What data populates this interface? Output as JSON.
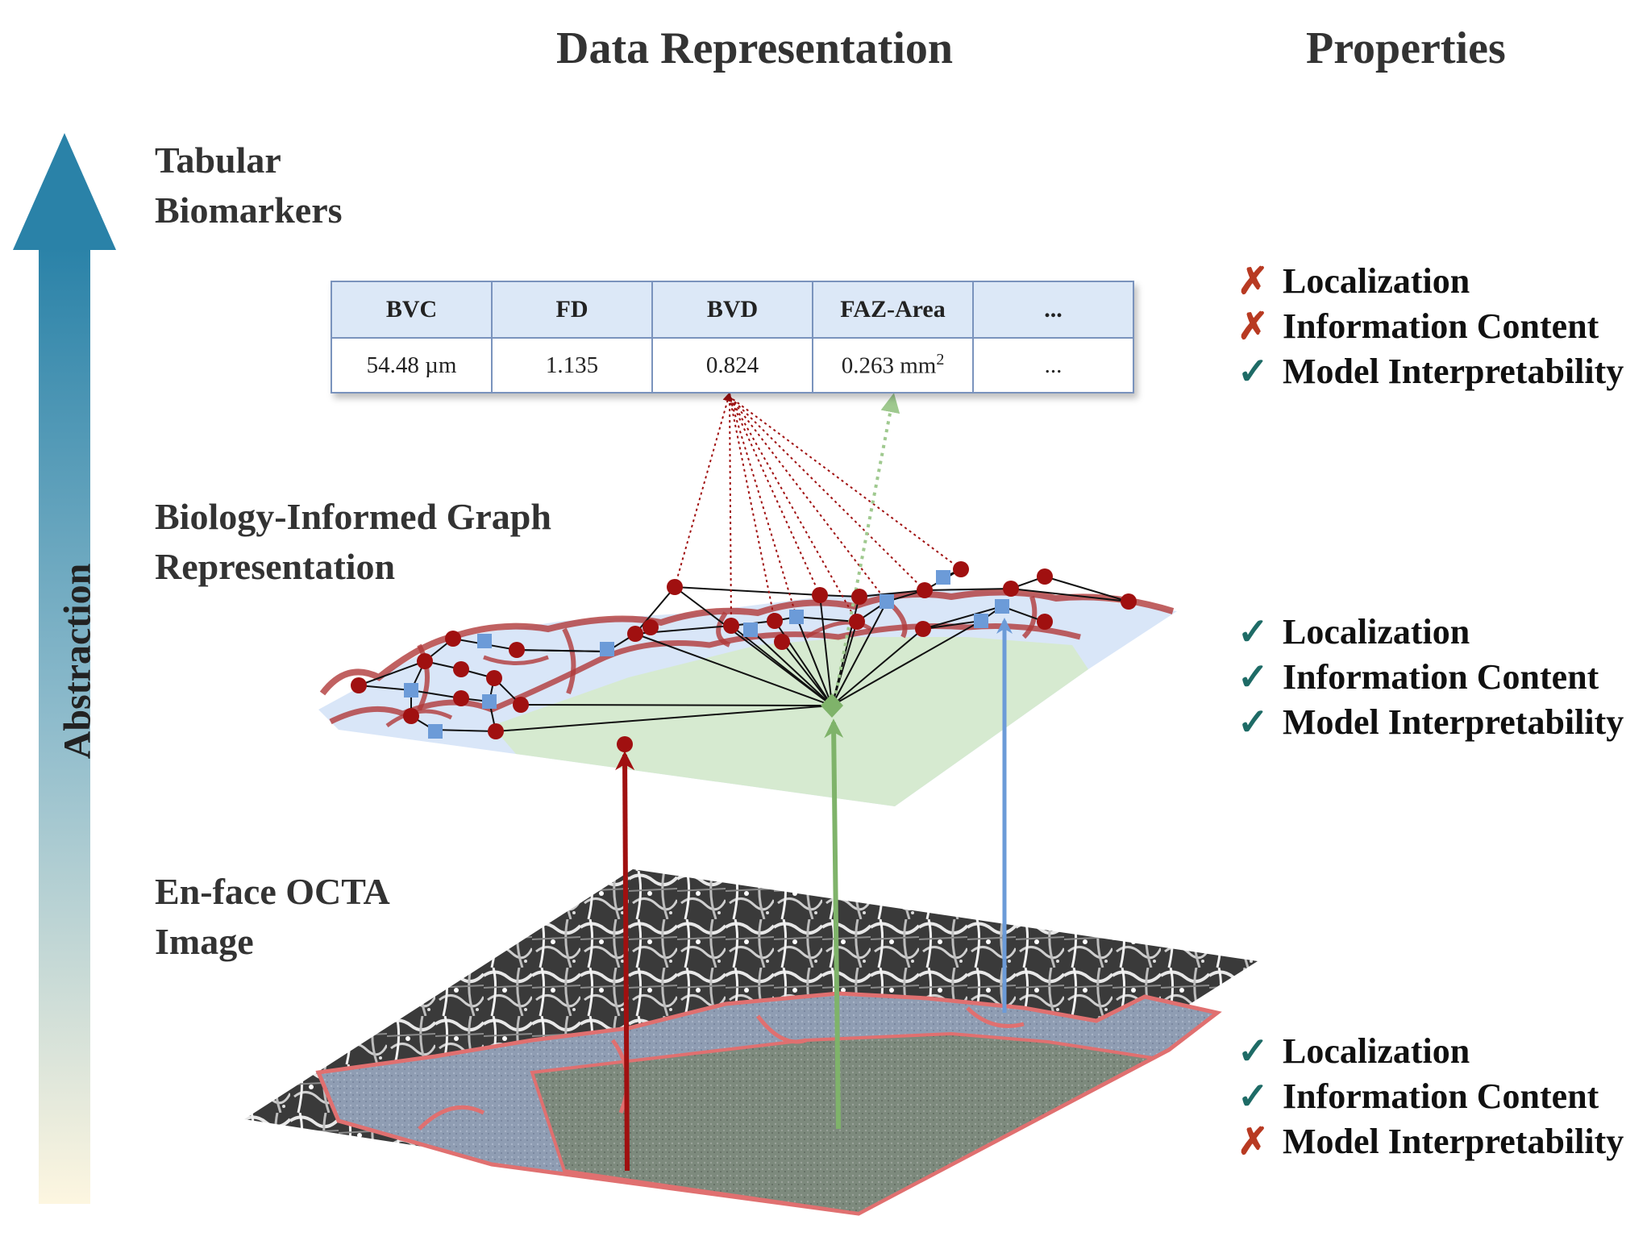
{
  "headers": {
    "data_representation": "Data Representation",
    "properties": "Properties"
  },
  "axis_label": "Abstraction",
  "levels": [
    {
      "line1": "Tabular",
      "line2": "Biomarkers"
    },
    {
      "line1": "Biology-Informed Graph",
      "line2": "Representation"
    },
    {
      "line1": "En-face OCTA",
      "line2": "Image"
    }
  ],
  "table": {
    "headers": [
      "BVC",
      "FD",
      "BVD",
      "FAZ-Area",
      "..."
    ],
    "values": [
      "54.48 µm",
      "1.135",
      "0.824",
      "0.263 mm",
      "..."
    ],
    "faz_unit_superscript": "2"
  },
  "properties": [
    {
      "items": [
        {
          "mark": "✗",
          "status": "no",
          "label": "Localization"
        },
        {
          "mark": "✗",
          "status": "no",
          "label": "Information Content"
        },
        {
          "mark": "✓",
          "status": "yes",
          "label": "Model Interpretability"
        }
      ]
    },
    {
      "items": [
        {
          "mark": "✓",
          "status": "yes",
          "label": "Localization"
        },
        {
          "mark": "✓",
          "status": "yes",
          "label": "Information Content"
        },
        {
          "mark": "✓",
          "status": "yes",
          "label": "Model Interpretability"
        }
      ]
    },
    {
      "items": [
        {
          "mark": "✓",
          "status": "yes",
          "label": "Localization"
        },
        {
          "mark": "✓",
          "status": "yes",
          "label": "Information Content"
        },
        {
          "mark": "✗",
          "status": "no",
          "label": "Model Interpretability"
        }
      ]
    }
  ],
  "colors": {
    "arrow_top": "#2a82a8",
    "arrow_bottom": "#fdf6e0",
    "vessel_red": "#a01010",
    "node_blue": "#6c9bd8",
    "graph_green": "#7fb36a",
    "check_teal": "#1e6b66",
    "cross_red": "#b83a22"
  }
}
